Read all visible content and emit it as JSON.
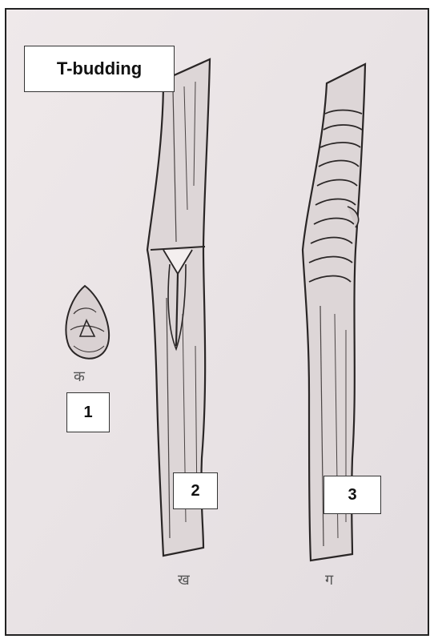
{
  "title": "T-budding",
  "labels": {
    "step1": "1",
    "step2": "2",
    "step3": "3"
  },
  "script_marks": {
    "under_bud": "क",
    "under_stem_2": "ख",
    "under_stem_3": "ग"
  },
  "colors": {
    "paper": "#eae5e6",
    "ink": "#2a2626",
    "label_bg": "#ffffff"
  }
}
